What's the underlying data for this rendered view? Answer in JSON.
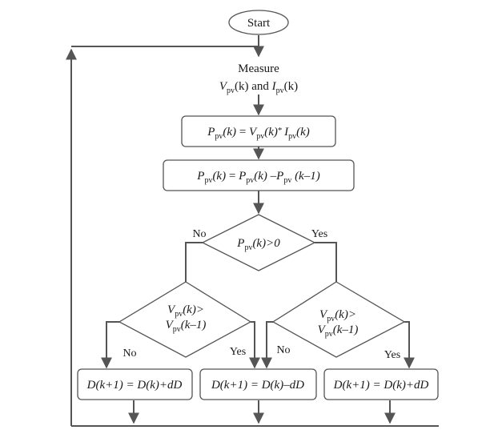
{
  "diagram": {
    "start": "Start",
    "measure": {
      "line1": "Measure",
      "line2": {
        "v": "V",
        "v_sub": "pv",
        "v_arg": "(k)",
        "and": " and ",
        "i": "I",
        "i_sub": "pv",
        "i_arg": "(k)"
      }
    },
    "power": {
      "p": "P",
      "sub": "pv",
      "arg": "(k)",
      "eq": " = ",
      "v": "V",
      "v_sub": "pv",
      "v_arg": "(k)",
      "mul": "* ",
      "i": "I",
      "i_sub": "pv",
      "i_arg": "(k)"
    },
    "delta": {
      "p": "P",
      "sub": "pv",
      "arg": "(k)",
      "eq": " = ",
      "p2": "P",
      "sub2": "pv",
      "arg2": "(k)",
      "minus": " –",
      "p3": "P",
      "sub3": "pv",
      "arg3": " (k–1)"
    },
    "decision_main": {
      "p": "P",
      "sub": "pv",
      "arg": "(k)>0",
      "no": "No",
      "yes": "Yes"
    },
    "decision_left": {
      "v": "V",
      "sub": "pv",
      "arg": "(k)>",
      "v2": "V",
      "sub2": "pv",
      "arg2": "(k–1)",
      "no": "No",
      "yes": "Yes"
    },
    "decision_right": {
      "v": "V",
      "sub": "pv",
      "arg": "(k)>",
      "v2": "V",
      "sub2": "pv",
      "arg2": "(k–1)",
      "no": "No",
      "yes": "Yes"
    },
    "out_left": "D(k+1) = D(k)+dD",
    "out_mid": "D(k+1) = D(k)–dD",
    "out_right": "D(k+1) = D(k)+dD"
  }
}
